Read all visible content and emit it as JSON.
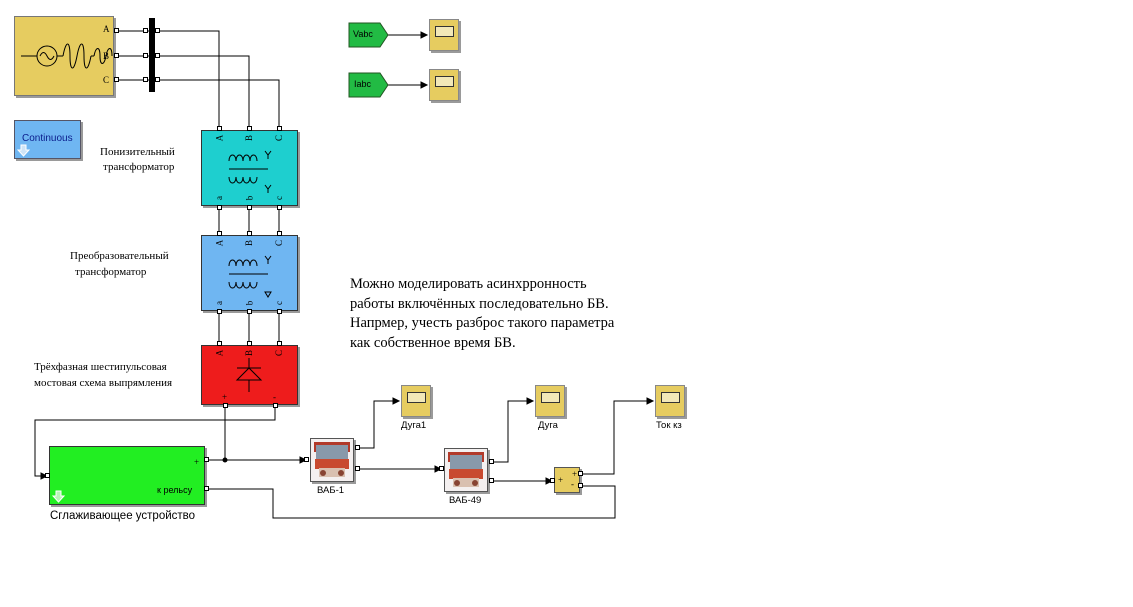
{
  "source": {
    "ports": [
      "A",
      "B",
      "C"
    ]
  },
  "powergui": {
    "label": "Continuous"
  },
  "from_blocks": [
    {
      "label": "Vabc"
    },
    {
      "label": "Iabc"
    }
  ],
  "transformers": [
    {
      "title_line1": "Понизительный",
      "title_line2": "трансформатор",
      "top_ports": [
        "A",
        "B",
        "C"
      ],
      "bottom_ports": [
        "a",
        "b",
        "c"
      ],
      "color": "#1ecfcf"
    },
    {
      "title_line1": "Преобразовательный",
      "title_line2": "трансформатор",
      "top_ports": [
        "A",
        "B",
        "C"
      ],
      "bottom_ports": [
        "a",
        "b",
        "c"
      ],
      "color": "#6fb6f2"
    }
  ],
  "rectifier": {
    "title_line1": "Трёхфазная шестипульсовая",
    "title_line2": "мостовая схема выпрямления",
    "top_ports": [
      "A",
      "B",
      "C"
    ],
    "bottom_ports": [
      "+",
      "-"
    ],
    "color": "#ee1c1c"
  },
  "smoothing": {
    "label": "Сглаживающее устройство",
    "port_plus": "+",
    "port_rail": "к рельсу",
    "color": "#22ee22"
  },
  "breakers": [
    {
      "label": "ВАБ-1"
    },
    {
      "label": "ВАБ-49"
    }
  ],
  "scopes": [
    {
      "label": "Дуга1"
    },
    {
      "label": "Дуга"
    },
    {
      "label": "Ток кз"
    }
  ],
  "sum_block": {
    "sign_plus": "+",
    "sign_minus": "-",
    "out_plus": "+",
    "out_minus": "-"
  },
  "comment": {
    "line1": "Можно моделировать асинхрронность",
    "line2": "работы включённых последовательно БВ.",
    "line3": "Напрмер, учесть разброс такого параметра",
    "line4": "как собственное время БВ."
  },
  "colors": {
    "source": "#e6cc60",
    "powergui": "#6fb6f2",
    "goto": "#22bb44",
    "scope": "#e6cc60"
  }
}
